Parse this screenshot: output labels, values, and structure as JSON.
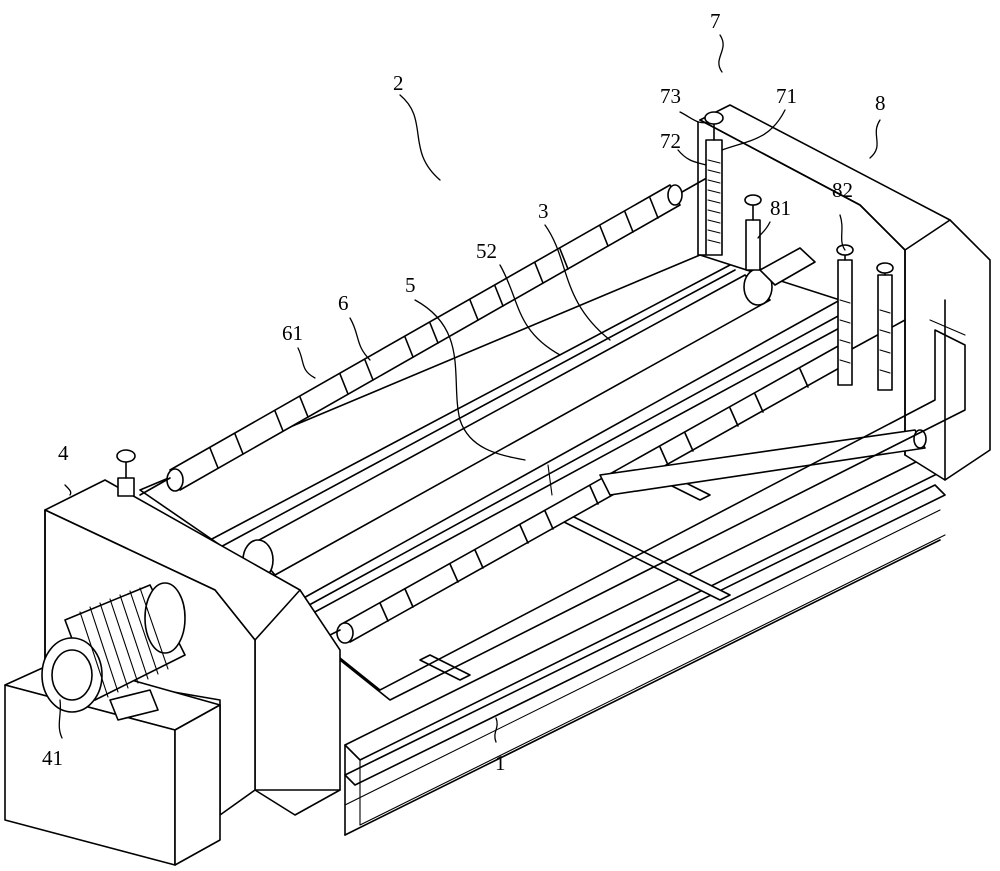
{
  "figure": {
    "colors": {
      "line": "#000000",
      "background": "#ffffff"
    },
    "labels": {
      "frame": "1",
      "machine": "2",
      "film": "3",
      "left_box": "4",
      "motor": "41",
      "roller": "5",
      "roller_shaft": "52",
      "slit_roller": "6",
      "slit_ring": "61",
      "adjuster": "7",
      "adjuster_post": "71",
      "adjuster_block": "72",
      "adjuster_knob": "73",
      "right_box": "8",
      "clamp_post": "81",
      "clamp_knob": "82"
    }
  }
}
